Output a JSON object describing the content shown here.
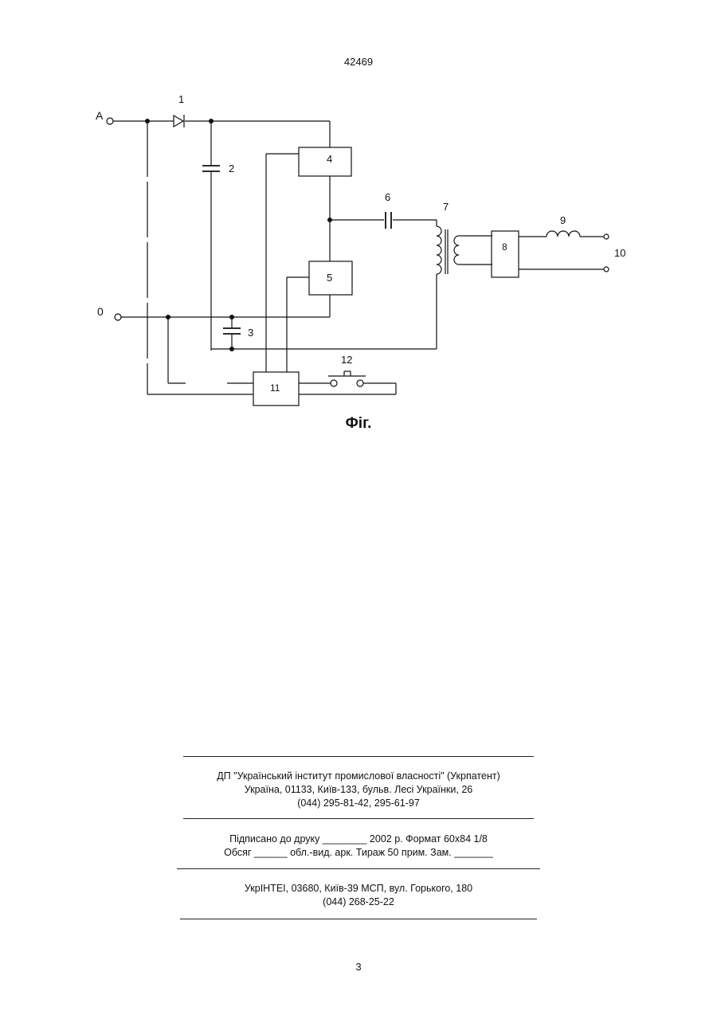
{
  "header": {
    "patent_number": "42469"
  },
  "figure": {
    "caption": "Фіг.",
    "terminals": {
      "a": "A",
      "zero": "0"
    },
    "labels": {
      "l1": "1",
      "l2": "2",
      "l3": "3",
      "l4": "4",
      "l5": "5",
      "l6": "6",
      "l7": "7",
      "l8": "8",
      "l9": "9",
      "l10": "10",
      "l11": "11",
      "l12": "12"
    }
  },
  "imprint": {
    "publisher_line1": "ДП \"Український інститут промислової власності\" (Укрпатент)",
    "publisher_line2": "Україна, 01133, Київ-133, бульв. Лесі Українки, 26",
    "publisher_line3": "(044) 295-81-42, 295-61-97",
    "print_line1": "Підписано до друку ________ 2002 р.    Формат 60x84 1/8",
    "print_line2": "Обсяг ______ обл.-вид. арк.   Тираж 50 прим.    Зам. _______",
    "printer_line1": "УкрІНТЕІ, 03680, Київ-39 МСП, вул. Горького, 180",
    "printer_line2": "(044) 268-25-22"
  },
  "footer": {
    "page_number": "3"
  }
}
